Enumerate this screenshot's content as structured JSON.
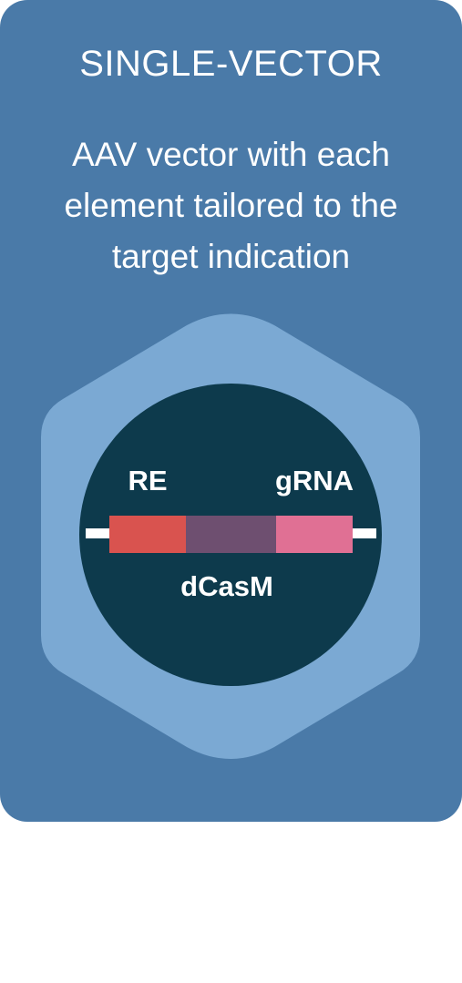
{
  "card": {
    "title": "SINGLE-VECTOR",
    "description": "AAV vector with each element tailored to the target indication"
  },
  "vector_diagram": {
    "elements": [
      {
        "label": "RE",
        "color": "#d9534f"
      },
      {
        "label": "dCasM",
        "color": "#6e4f70"
      },
      {
        "label": "gRNA",
        "color": "#e07094"
      }
    ]
  },
  "colors": {
    "card_background": "#4a7aa8",
    "hexagon": "#7ba9d3",
    "circle": "#0d3a4c",
    "linker": "#ffffff"
  }
}
